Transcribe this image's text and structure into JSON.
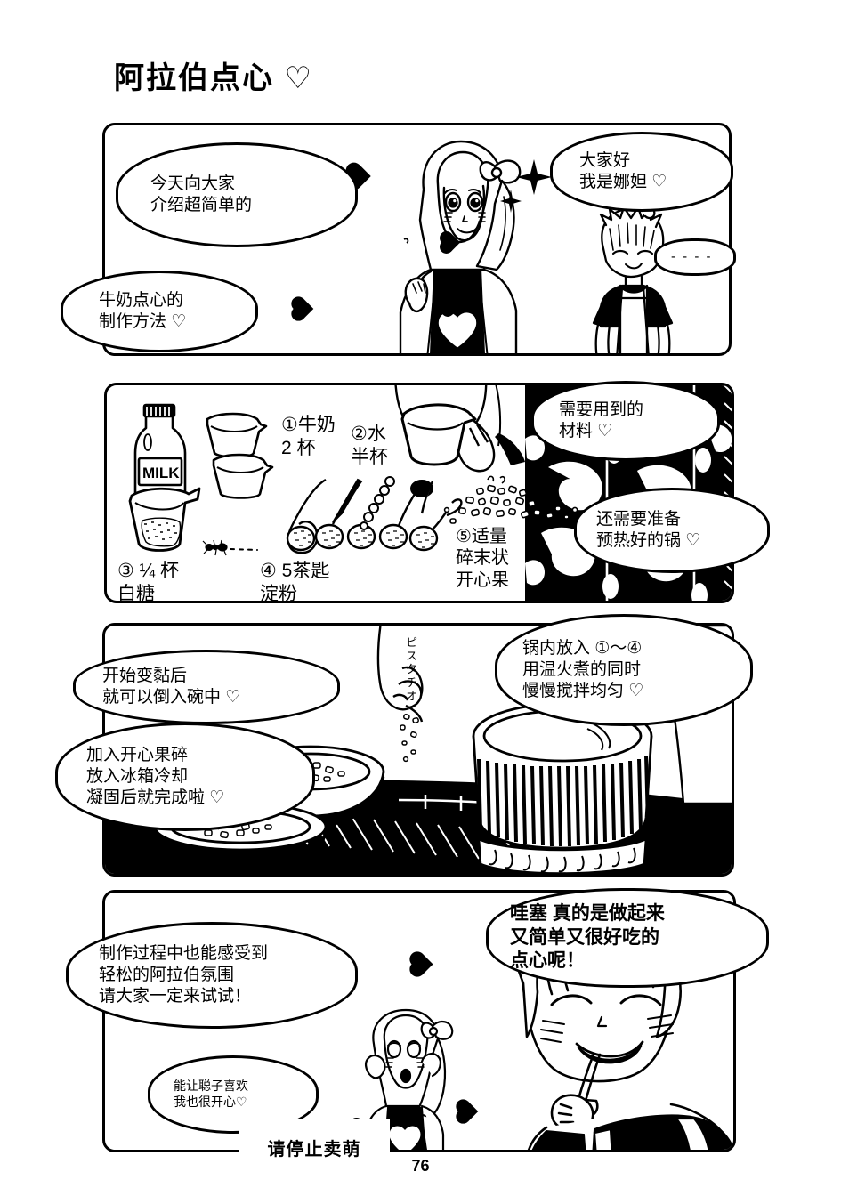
{
  "page": {
    "title": "阿拉伯点心 ♡",
    "number": "76"
  },
  "panels": [
    {
      "id": "panel-1",
      "bubbles": [
        {
          "name": "bubble-intro-1",
          "lines": [
            "今天向大家",
            "介绍超简单的"
          ]
        },
        {
          "name": "bubble-intro-2",
          "lines": [
            "牛奶点心的",
            "制作方法 ♡"
          ]
        },
        {
          "name": "bubble-greeting",
          "lines": [
            "大家好",
            "我是娜妲 ♡"
          ]
        },
        {
          "name": "bubble-dots",
          "lines": [
            "- - - -"
          ]
        }
      ]
    },
    {
      "id": "panel-2",
      "ingredients": [
        {
          "num": "①",
          "name": "牛奶",
          "amount": "2 杯"
        },
        {
          "num": "②",
          "name": "水",
          "amount": "半杯"
        },
        {
          "num": "③",
          "name": "¼ 杯",
          "amount": "白糖"
        },
        {
          "num": "④",
          "name": "5茶匙",
          "amount": "淀粉"
        },
        {
          "num": "⑤",
          "name": "适量",
          "amount": "碎末状\n开心果"
        }
      ],
      "labels": {
        "item1": "①牛奶\n 2 杯",
        "item2": "②水\n 半杯",
        "item3": "③ ¼ 杯\n  白糖",
        "item4": "④ 5茶匙\n   淀粉",
        "item5": "⑤适量\n碎末状\n开心果"
      },
      "milk_carton_label": "MILK",
      "bubbles": [
        {
          "name": "bubble-materials",
          "lines": [
            "需要用到的",
            "材料 ♡"
          ]
        },
        {
          "name": "bubble-preheat-pot",
          "lines": [
            "还需要准备",
            "预热好的锅 ♡"
          ]
        }
      ]
    },
    {
      "id": "panel-3",
      "vertical_note": "ピスタチオ",
      "bubbles": [
        {
          "name": "bubble-pour-bowl",
          "lines": [
            "开始变黏后",
            "就可以倒入碗中 ♡"
          ]
        },
        {
          "name": "bubble-chill",
          "lines": [
            "加入开心果碎",
            "放入冰箱冷却",
            "凝固后就完成啦 ♡"
          ]
        },
        {
          "name": "bubble-cook-steps",
          "lines": [
            "锅内放入 ①～④",
            "用温火煮的同时",
            "慢慢搅拌均匀 ♡"
          ]
        }
      ]
    },
    {
      "id": "panel-4",
      "bubbles": [
        {
          "name": "bubble-wow",
          "lines": [
            "哇塞 真的是做起来",
            "又简单又很好吃的",
            "点心呢！"
          ]
        },
        {
          "name": "bubble-closing",
          "lines": [
            "制作过程中也能感受到",
            "轻松的阿拉伯氛围",
            "请大家一定来试试！"
          ]
        },
        {
          "name": "bubble-satoko",
          "lines": [
            "能让聪子喜欢",
            "我也很开心♡"
          ]
        },
        {
          "name": "bubble-stop-cute",
          "lines": [
            "请停止卖萌"
          ]
        }
      ]
    }
  ],
  "colors": {
    "ink": "#000000",
    "paper": "#ffffff"
  }
}
